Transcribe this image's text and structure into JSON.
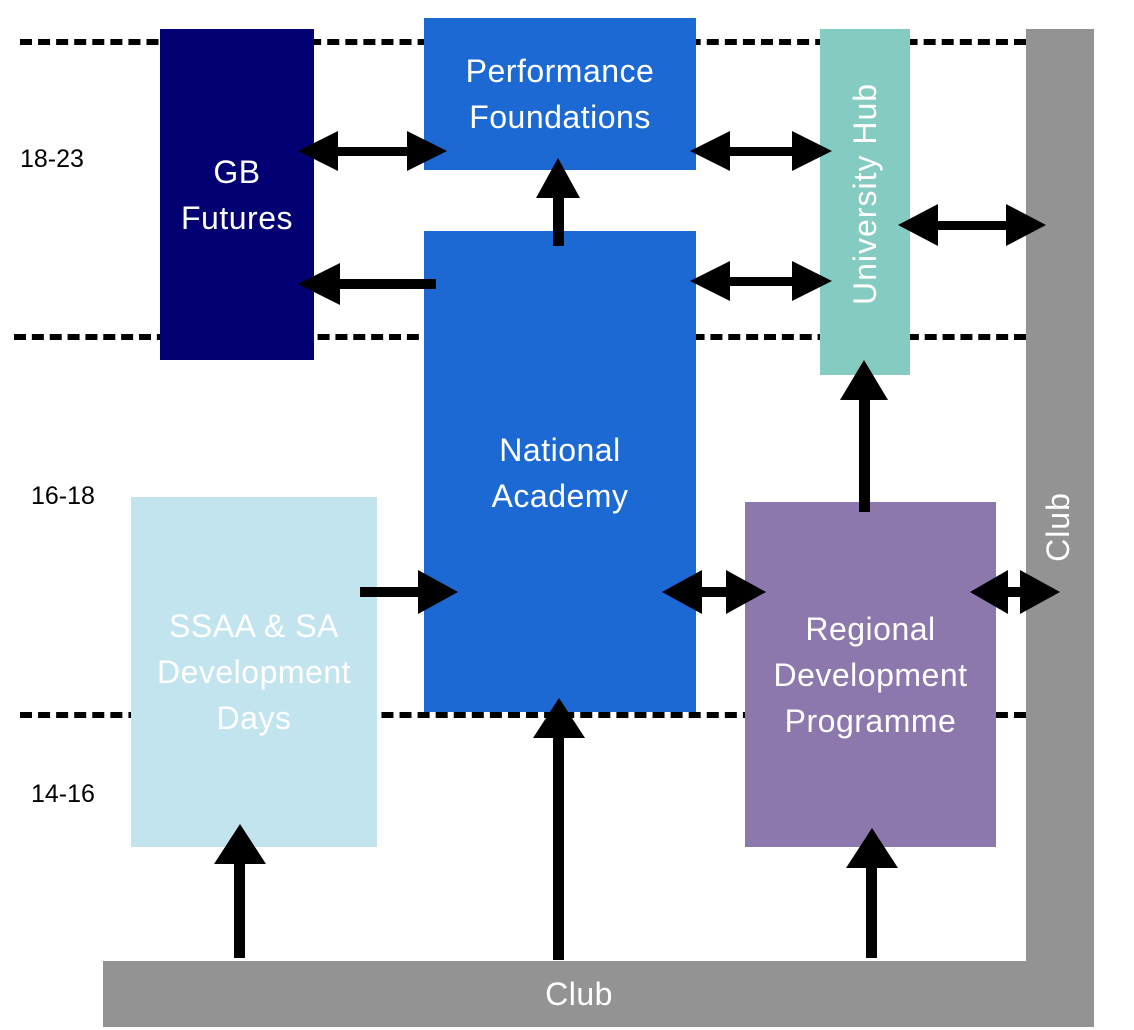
{
  "age_bands": [
    "18-23",
    "16-18",
    "14-16"
  ],
  "boxes": {
    "gb_futures": {
      "line1": "GB",
      "line2": "Futures",
      "color": "#020072"
    },
    "performance_foundations": {
      "line1": "Performance",
      "line2": "Foundations",
      "color": "#1c69d4"
    },
    "university_hub": {
      "label": "University Hub",
      "color": "#84cbc1"
    },
    "national_academy": {
      "line1": "National",
      "line2": "Academy",
      "color": "#1c69d4"
    },
    "ssaa_sa": {
      "line1": "SSAA & SA",
      "line2": "Development",
      "line3": "Days",
      "color": "#c2e4ee"
    },
    "regional": {
      "line1": "Regional",
      "line2": "Development",
      "line3": "Programme",
      "color": "#8c78ad"
    }
  },
  "club": {
    "bottom_label": "Club",
    "right_label": "Club",
    "color": "#939393"
  }
}
